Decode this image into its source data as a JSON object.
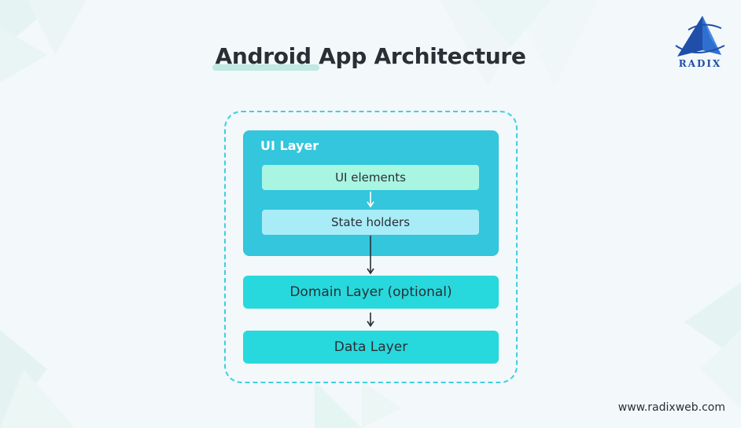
{
  "title": {
    "accent_part": "Android",
    "rest": " App Architecture"
  },
  "logo": {
    "text": "RADIX",
    "icon": "pyramid-logo-icon",
    "color": "#1f4fa8"
  },
  "diagram": {
    "ui_layer": {
      "title": "UI Layer",
      "items": [
        "UI elements",
        "State holders"
      ]
    },
    "domain_layer": "Domain Layer (optional)",
    "data_layer": "Data Layer"
  },
  "colors": {
    "frame_border": "#3fcfe0",
    "ui_layer_bg": "#33c6dc",
    "ui_elements_bg": "#a8f5e2",
    "state_holders_bg": "#a8ecf7",
    "layer_bg": "#27d9dc",
    "title_underline": "#bfe9e1"
  },
  "footer": {
    "website": "www.radixweb.com"
  }
}
